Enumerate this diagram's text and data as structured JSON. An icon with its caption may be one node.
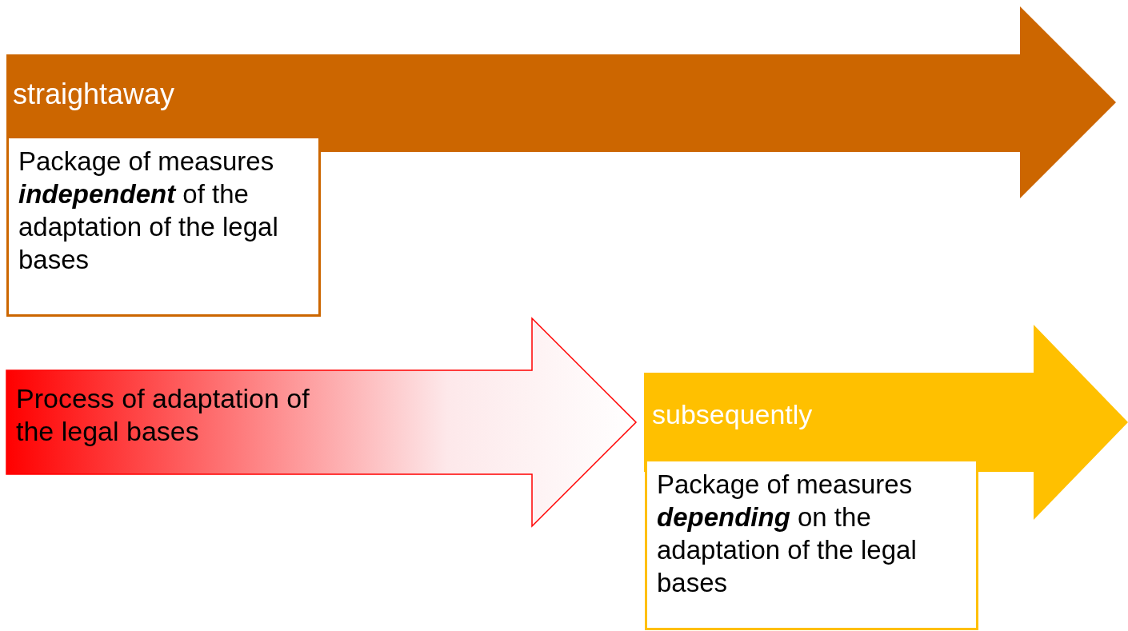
{
  "diagram": {
    "nodes": [
      {
        "text": [
          "straightaway"
        ]
      },
      {
        "text": [
          "Package of measures **independent** of the adaptation of the legal bases"
        ]
      },
      {
        "text": [
          "Process of adaptation of the legal bases"
        ]
      },
      {
        "text": [
          "subsequently"
        ]
      },
      {
        "text": [
          "Package of measures **depending** on the adaptation of the legal bases"
        ]
      }
    ]
  }
}
